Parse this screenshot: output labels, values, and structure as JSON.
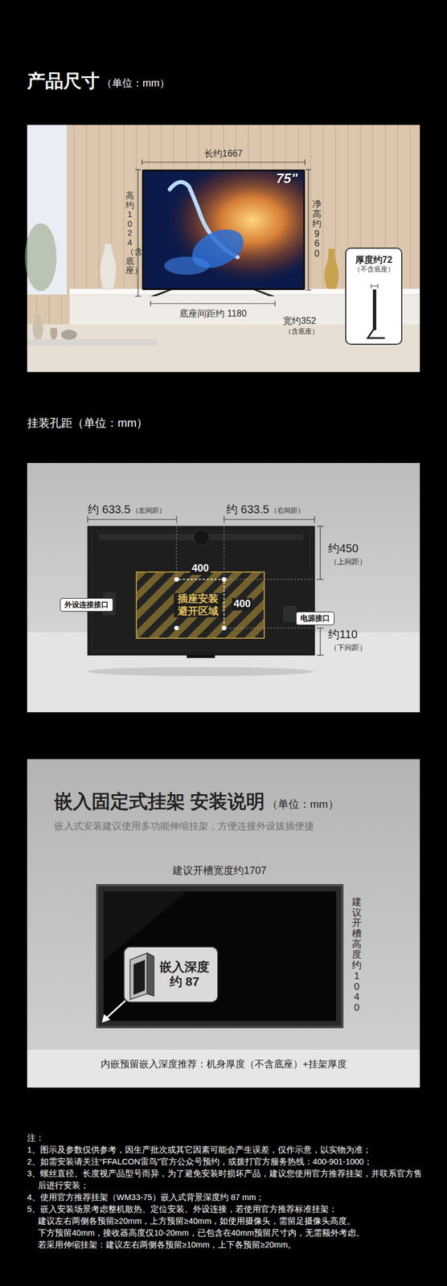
{
  "diagram": {
    "title": "产品尺寸",
    "nodes": [
      {
        "text": [
          "厚度约72",
          "（不含底座）"
        ]
      },
      {
        "text": [
          "外设连接接口"
        ]
      },
      {
        "text": [
          "电源接口"
        ]
      },
      {
        "text": [
          "插座安装 避开区域"
        ]
      },
      {
        "text": [
          "嵌入深度 约 87"
        ]
      }
    ],
    "labels": [
      "（单位：mm）",
      "长约1667",
      "75\"",
      "高约1024（含底座）",
      "净高约 960",
      "底座间距约 1180",
      "宽约352",
      "（含底座）",
      "挂装孔距（单位：mm）",
      "约 633.5",
      "（左间距）",
      "约 633.5",
      "（右间距）",
      "约450",
      "（上间距）",
      "约110",
      "（下间距）",
      "400",
      "400",
      "嵌入固定式挂架 安装说明",
      "（单位：mm）",
      "嵌入式安装建议使用多功能伸缩挂架，方便连接外设拔插便捷",
      "建议开槽宽度约1707",
      "建议开槽高度约1040",
      "内嵌预留嵌入深度推荐：机身厚度（不含底座）+挂架厚度",
      "注：",
      "1、图示及参数仅供参考，因生产批次或其它因素可能会产生误差，仅作示意，以实物为准；",
      "2、如需安装请关注“FFALCON雷鸟”官方公众号预约，或拨打官方服务热线：400-901-1000；",
      "3、螺丝直径、长度视产品型号而异，为了避免安装时损坏产品，建议您使用官方推荐挂架，并联系官方售后进行安装；",
      "4、使用官方推荐挂架（WM33-75）嵌入式背景深度约 87 mm；",
      "5、嵌入安装场景考虑整机散热、定位安装、外设连接，若使用官方推荐标准挂架：",
      "建议左右两侧各预留≥20mm，上方预留≥40mm，如使用摄像头，需留足摄像头高度。",
      "下方预留40mm，接收器高度仅10-20mm，已包含在40mm预留尺寸内，无需额外考虑。",
      "若采用伸缩挂架：建议左右两侧各预留≥10mm，上下各预留≥20mm。"
    ]
  }
}
